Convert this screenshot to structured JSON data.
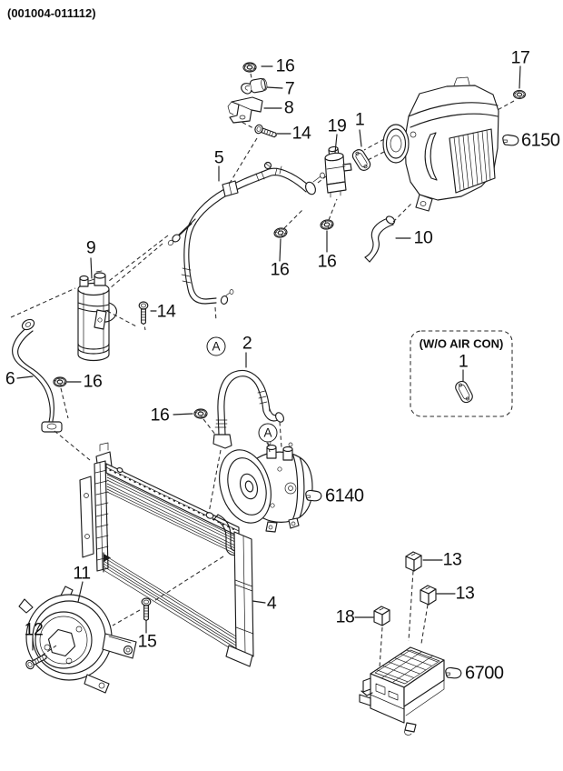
{
  "header": {
    "range_code": "(001004-011112)"
  },
  "callouts": {
    "nut_top": "16",
    "clamp": "7",
    "bracket": "8",
    "bolt_top": "14",
    "nut_housing": "17",
    "valve": "19",
    "gasket": "1",
    "pipe_assembly": "5",
    "drain_hose": "10",
    "nut_valve_left": "16",
    "nut_valve_right": "16",
    "receiver_drier": "9",
    "bolt_drier": "14",
    "discharge_hose": "2",
    "liquid_pipe": "6",
    "nut_pipe": "16",
    "nut_hose": "16",
    "condenser": "4",
    "fan_clutch": "11",
    "bolt_fan": "12",
    "bolt_condenser": "15",
    "relay_upper": "13",
    "relay_lower": "13",
    "relay_left": "18"
  },
  "ref_codes": {
    "blower_unit": "6150",
    "compressor": "6140",
    "fuse_box": "6700"
  },
  "section_markers": {
    "upper": "A",
    "lower": "A"
  },
  "wo_air_con": {
    "title": "(W/O AIR CON)",
    "gasket_callout": "1"
  }
}
